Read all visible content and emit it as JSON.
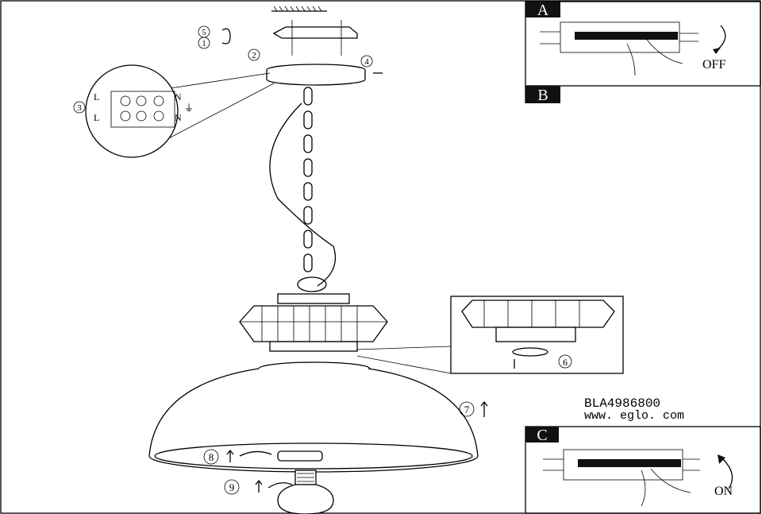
{
  "panels": {
    "a": {
      "letter": "A",
      "caption": "OFF"
    },
    "b": {
      "letter": "B"
    },
    "c": {
      "letter": "C",
      "caption": "ON"
    }
  },
  "product": {
    "code": "BLA4986800",
    "website": "www. eglo. com"
  },
  "steps": [
    "1",
    "2",
    "3",
    "4",
    "5",
    "6",
    "7",
    "8",
    "9"
  ],
  "wiring": {
    "live": "L",
    "neutral": "N"
  }
}
